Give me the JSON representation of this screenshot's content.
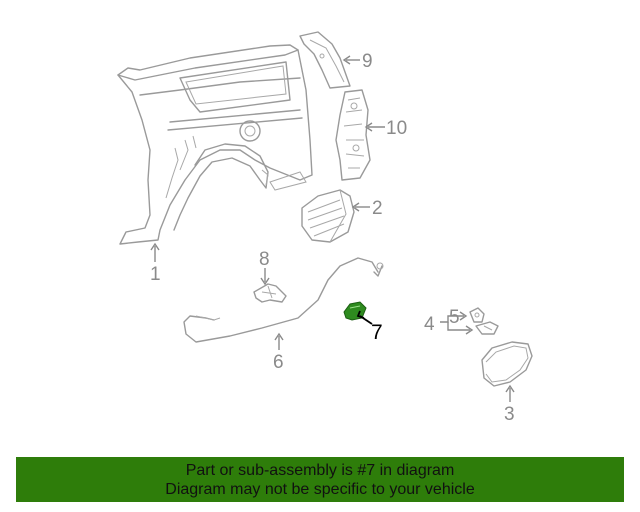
{
  "callouts": {
    "p1": "1",
    "p2": "2",
    "p3": "3",
    "p4": "4",
    "p5": "5",
    "p6": "6",
    "p7": "7",
    "p8": "8",
    "p9": "9",
    "p10": "10"
  },
  "highlighted_part": "7",
  "banner": {
    "line1": "Part or sub-assembly is #7 in diagram",
    "line2": "Diagram may not be specific to your vehicle",
    "background_color": "#2e7d0a"
  },
  "colors": {
    "highlight_part": "#2e8b1f",
    "line_art": "#9a9a9a"
  }
}
